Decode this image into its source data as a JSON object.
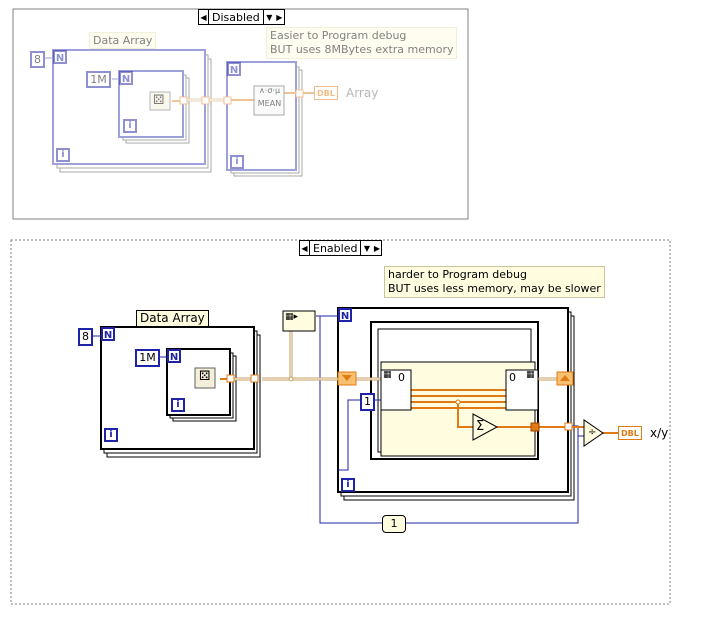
{
  "top_case": {
    "selector_label": "Disabled",
    "comment_line1": "Easier to Program debug",
    "comment_line2": "BUT uses 8MBytes extra memory",
    "data_array_label": "Data Array",
    "outer_count": "8",
    "inner_count": "1M",
    "loop_n": "N",
    "loop_i": "i",
    "mean_label": "MEAN",
    "indicator_type": "DBL",
    "indicator_label": "Array"
  },
  "bottom_case": {
    "selector_label": "Enabled",
    "comment_line1": "harder to Program debug",
    "comment_line2": "BUT uses less memory, may be slower",
    "data_array_label": "Data Array",
    "outer_count": "8",
    "inner_count": "1M",
    "loop_n": "N",
    "loop_i": "i",
    "const_one": "1",
    "const_zero": "0",
    "shift_const": "1",
    "indicator_type": "DBL",
    "indicator_label": "x/y"
  },
  "colors": {
    "loop_border": "#1f24a6",
    "wire_orange": "#e07a14",
    "wire_tan": "#c8a060",
    "comment_bg": "#fffce0"
  }
}
